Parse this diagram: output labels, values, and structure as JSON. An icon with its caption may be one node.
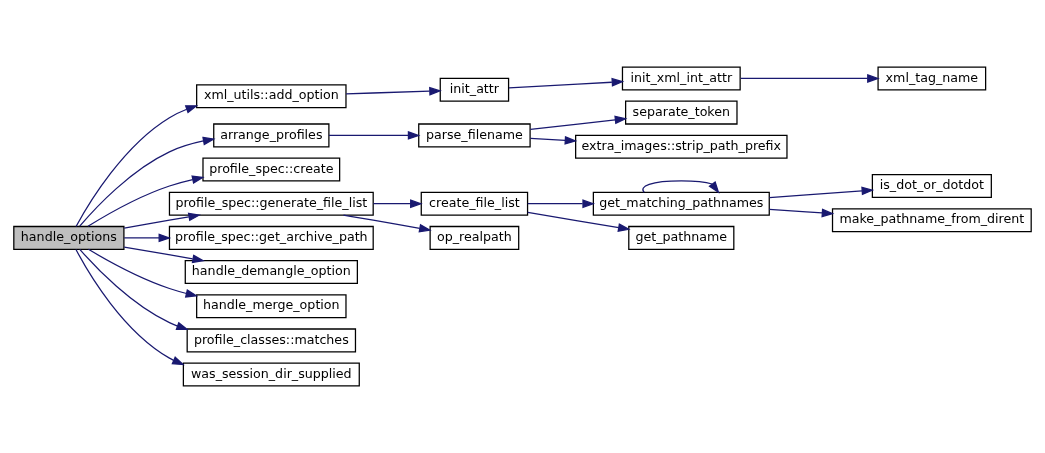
{
  "diagram": {
    "nodes": [
      {
        "text": [
          "handle_options"
        ]
      },
      {
        "text": [
          "xml_utils::add_option"
        ]
      },
      {
        "text": [
          "init_attr"
        ]
      },
      {
        "text": [
          "init_xml_int_attr"
        ]
      },
      {
        "text": [
          "xml_tag_name"
        ]
      },
      {
        "text": [
          "arrange_profiles"
        ]
      },
      {
        "text": [
          "parse_filename"
        ]
      },
      {
        "text": [
          "separate_token"
        ]
      },
      {
        "text": [
          "extra_images::strip_path_prefix"
        ]
      },
      {
        "text": [
          "profile_spec::create"
        ]
      },
      {
        "text": [
          "profile_spec::generate_file_list"
        ]
      },
      {
        "text": [
          "create_file_list"
        ]
      },
      {
        "text": [
          "get_matching_pathnames"
        ]
      },
      {
        "text": [
          "is_dot_or_dotdot"
        ]
      },
      {
        "text": [
          "make_pathname_from_dirent"
        ]
      },
      {
        "text": [
          "get_pathname"
        ]
      },
      {
        "text": [
          "op_realpath"
        ]
      },
      {
        "text": [
          "profile_spec::get_archive_path"
        ]
      },
      {
        "text": [
          "handle_demangle_option"
        ]
      },
      {
        "text": [
          "handle_merge_option"
        ]
      },
      {
        "text": [
          "profile_classes::matches"
        ]
      },
      {
        "text": [
          "was_session_dir_supplied"
        ]
      }
    ],
    "edges": [
      {
        "from": 0,
        "to": 1,
        "arrow": "to"
      },
      {
        "from": 0,
        "to": 5,
        "arrow": "to"
      },
      {
        "from": 0,
        "to": 9,
        "arrow": "to"
      },
      {
        "from": 0,
        "to": 10,
        "arrow": "to"
      },
      {
        "from": 0,
        "to": 17,
        "arrow": "to"
      },
      {
        "from": 0,
        "to": 18,
        "arrow": "to"
      },
      {
        "from": 0,
        "to": 19,
        "arrow": "to"
      },
      {
        "from": 0,
        "to": 20,
        "arrow": "to"
      },
      {
        "from": 0,
        "to": 21,
        "arrow": "to"
      },
      {
        "from": 1,
        "to": 2,
        "arrow": "to"
      },
      {
        "from": 2,
        "to": 3,
        "arrow": "to"
      },
      {
        "from": 3,
        "to": 4,
        "arrow": "to"
      },
      {
        "from": 5,
        "to": 6,
        "arrow": "to"
      },
      {
        "from": 6,
        "to": 7,
        "arrow": "to"
      },
      {
        "from": 6,
        "to": 8,
        "arrow": "to"
      },
      {
        "from": 10,
        "to": 11,
        "arrow": "to"
      },
      {
        "from": 10,
        "to": 16,
        "arrow": "to"
      },
      {
        "from": 11,
        "to": 12,
        "arrow": "to"
      },
      {
        "from": 11,
        "to": 15,
        "arrow": "to"
      },
      {
        "from": 12,
        "to": 12,
        "arrow": "to"
      },
      {
        "from": 12,
        "to": 13,
        "arrow": "to"
      },
      {
        "from": 12,
        "to": 14,
        "arrow": "to"
      }
    ]
  }
}
